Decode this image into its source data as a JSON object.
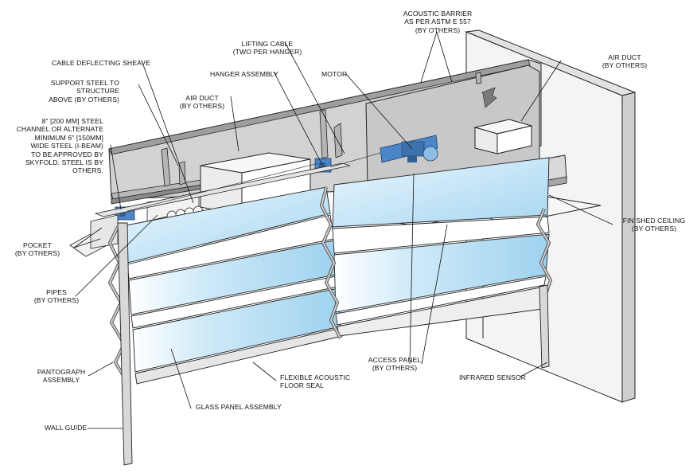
{
  "labels": {
    "acoustic_barrier": "ACOUSTIC BARRIER\nAS PER ASTM E 557\n(BY OTHERS)",
    "air_duct_right": "AIR DUCT\n(BY OTHERS)",
    "cable_sheave": "CABLE DEFLECTING SHEAVE",
    "lifting_cable": "LIFTING CABLE\n(TWO PER HANGER)",
    "hanger_assembly": "HANGER ASSEMBLY",
    "motor": "MOTOR",
    "support_steel": "SUPPORT STEEL TO\nSTRUCTURE\nABOVE (BY OTHERS)",
    "air_duct_left": "AIR DUCT\n(BY OTHERS)",
    "steel_channel": "8\" [200 mm] STEEL\nCHANNEL OR ALTERNATE\nMINIMUM 6\" [150mm]\nWIDE STEEL (I-BEAM)\nTO BE APPROVED BY\nSKYFOLD. STEEL IS BY\nOTHERS.",
    "finished_ceiling": "FINISHED CEILING\n(BY OTHERS)",
    "pocket": "POCKET\n(BY OTHERS)",
    "pipes": "PIPES\n(BY OTHERS)",
    "access_panel": "ACCESS PANEL\n(BY OTHERS)",
    "infrared_sensor": "INFRARED SENSOR",
    "pantograph": "PANTOGRAPH\nASSEMBLY",
    "floor_seal": "FLEXIBLE ACOUSTIC\nFLOOR SEAL",
    "glass_panel": "GLASS PANEL ASSEMBLY",
    "wall_guide": "WALL GUIDE"
  },
  "colors": {
    "glass": "#a9d8f2",
    "glass_light": "#e6f5fd",
    "panel_gray": "#d6d6d6",
    "panel_dark": "#9a9a9a",
    "hardware_blue": "#4a86c8",
    "line": "#1a1a1a"
  }
}
